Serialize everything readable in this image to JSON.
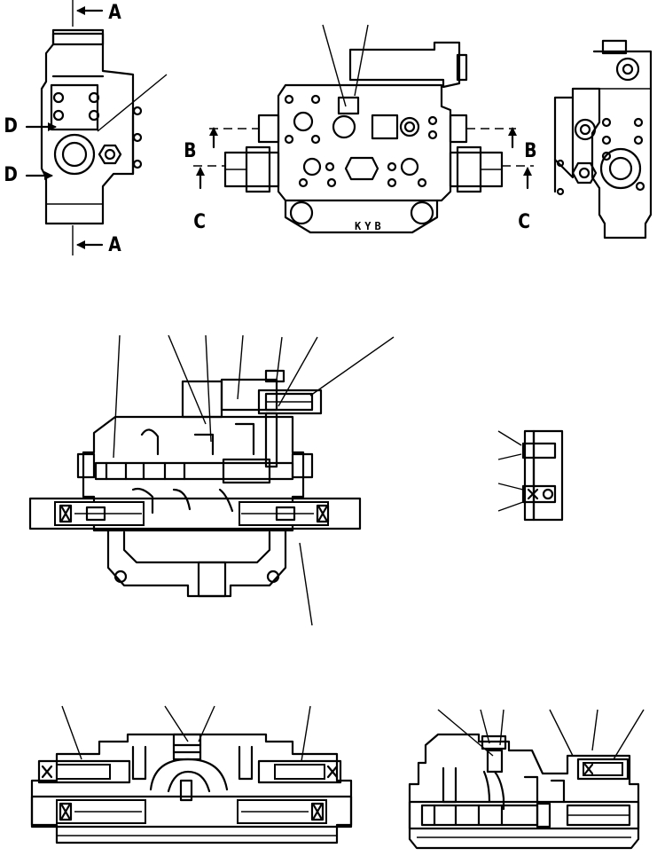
{
  "section_labels": {
    "a_top": "A",
    "a_bottom": "A",
    "b_left": "B",
    "b_right": "B",
    "c_left": "C",
    "c_right": "C",
    "d_upper": "D",
    "d_lower": "D"
  },
  "valve_text": "KYB"
}
